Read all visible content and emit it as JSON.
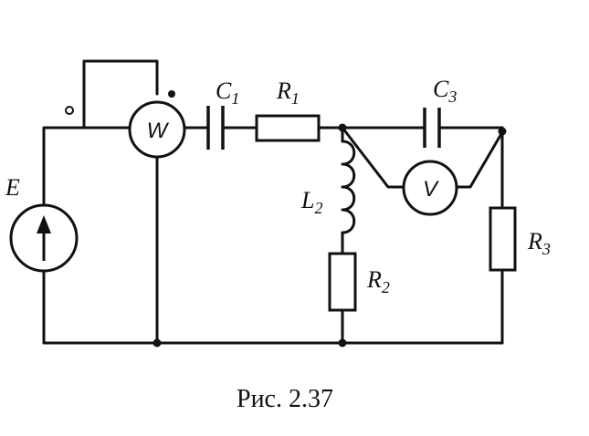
{
  "components": {
    "source": {
      "symbol": "E"
    },
    "wattmeter": {
      "symbol": "W"
    },
    "capacitor_1": {
      "symbol": "C",
      "index": "1"
    },
    "resistor_1": {
      "symbol": "R",
      "index": "1"
    },
    "inductor_2": {
      "symbol": "L",
      "index": "2"
    },
    "resistor_2": {
      "symbol": "R",
      "index": "2"
    },
    "capacitor_3": {
      "symbol": "C",
      "index": "3"
    },
    "voltmeter": {
      "symbol": "V"
    },
    "resistor_3": {
      "symbol": "R",
      "index": "3"
    }
  },
  "caption": "Рис. 2.37"
}
